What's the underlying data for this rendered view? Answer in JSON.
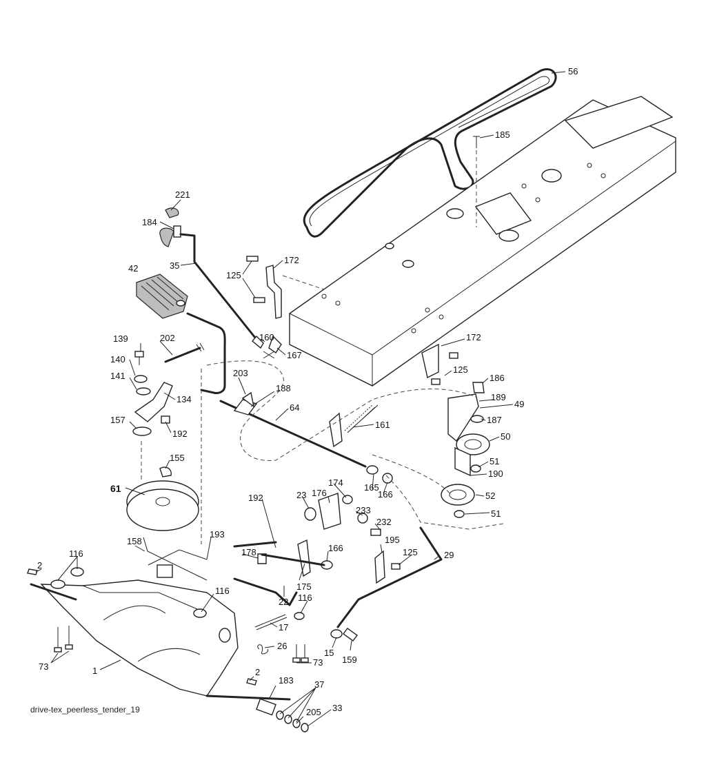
{
  "caption": "drive-tex_peerless_tender_19",
  "callouts": [
    {
      "id": "56",
      "text": "56"
    },
    {
      "id": "185",
      "text": "185"
    },
    {
      "id": "221",
      "text": "221"
    },
    {
      "id": "184",
      "text": "184"
    },
    {
      "id": "35",
      "text": "35"
    },
    {
      "id": "42",
      "text": "42"
    },
    {
      "id": "172a",
      "text": "172"
    },
    {
      "id": "125a",
      "text": "125"
    },
    {
      "id": "160",
      "text": "160"
    },
    {
      "id": "167",
      "text": "167"
    },
    {
      "id": "139",
      "text": "139"
    },
    {
      "id": "202",
      "text": "202"
    },
    {
      "id": "140",
      "text": "140"
    },
    {
      "id": "141",
      "text": "141"
    },
    {
      "id": "134",
      "text": "134"
    },
    {
      "id": "157",
      "text": "157"
    },
    {
      "id": "192a",
      "text": "192"
    },
    {
      "id": "203",
      "text": "203"
    },
    {
      "id": "188",
      "text": "188"
    },
    {
      "id": "64",
      "text": "64"
    },
    {
      "id": "172b",
      "text": "172"
    },
    {
      "id": "125b",
      "text": "125"
    },
    {
      "id": "186",
      "text": "186"
    },
    {
      "id": "189",
      "text": "189"
    },
    {
      "id": "49",
      "text": "49"
    },
    {
      "id": "161",
      "text": "161"
    },
    {
      "id": "187",
      "text": "187"
    },
    {
      "id": "50",
      "text": "50"
    },
    {
      "id": "155",
      "text": "155"
    },
    {
      "id": "51a",
      "text": "51"
    },
    {
      "id": "190",
      "text": "190"
    },
    {
      "id": "61",
      "text": "61"
    },
    {
      "id": "174",
      "text": "174"
    },
    {
      "id": "165",
      "text": "165"
    },
    {
      "id": "166a",
      "text": "166"
    },
    {
      "id": "52",
      "text": "52"
    },
    {
      "id": "192b",
      "text": "192"
    },
    {
      "id": "23",
      "text": "23"
    },
    {
      "id": "176",
      "text": "176"
    },
    {
      "id": "233",
      "text": "233"
    },
    {
      "id": "51b",
      "text": "51"
    },
    {
      "id": "232",
      "text": "232"
    },
    {
      "id": "158",
      "text": "158"
    },
    {
      "id": "193",
      "text": "193"
    },
    {
      "id": "29",
      "text": "29"
    },
    {
      "id": "116a",
      "text": "116"
    },
    {
      "id": "195",
      "text": "195"
    },
    {
      "id": "125c",
      "text": "125"
    },
    {
      "id": "178",
      "text": "178"
    },
    {
      "id": "166b",
      "text": "166"
    },
    {
      "id": "2a",
      "text": "2"
    },
    {
      "id": "175",
      "text": "175"
    },
    {
      "id": "116b",
      "text": "116"
    },
    {
      "id": "22",
      "text": "22"
    },
    {
      "id": "116c",
      "text": "116"
    },
    {
      "id": "17",
      "text": "17"
    },
    {
      "id": "26",
      "text": "26"
    },
    {
      "id": "15",
      "text": "15"
    },
    {
      "id": "159",
      "text": "159"
    },
    {
      "id": "73a",
      "text": "73"
    },
    {
      "id": "73b",
      "text": "73"
    },
    {
      "id": "1",
      "text": "1"
    },
    {
      "id": "2b",
      "text": "2"
    },
    {
      "id": "183",
      "text": "183"
    },
    {
      "id": "37",
      "text": "37"
    },
    {
      "id": "205",
      "text": "205"
    },
    {
      "id": "33",
      "text": "33"
    }
  ]
}
